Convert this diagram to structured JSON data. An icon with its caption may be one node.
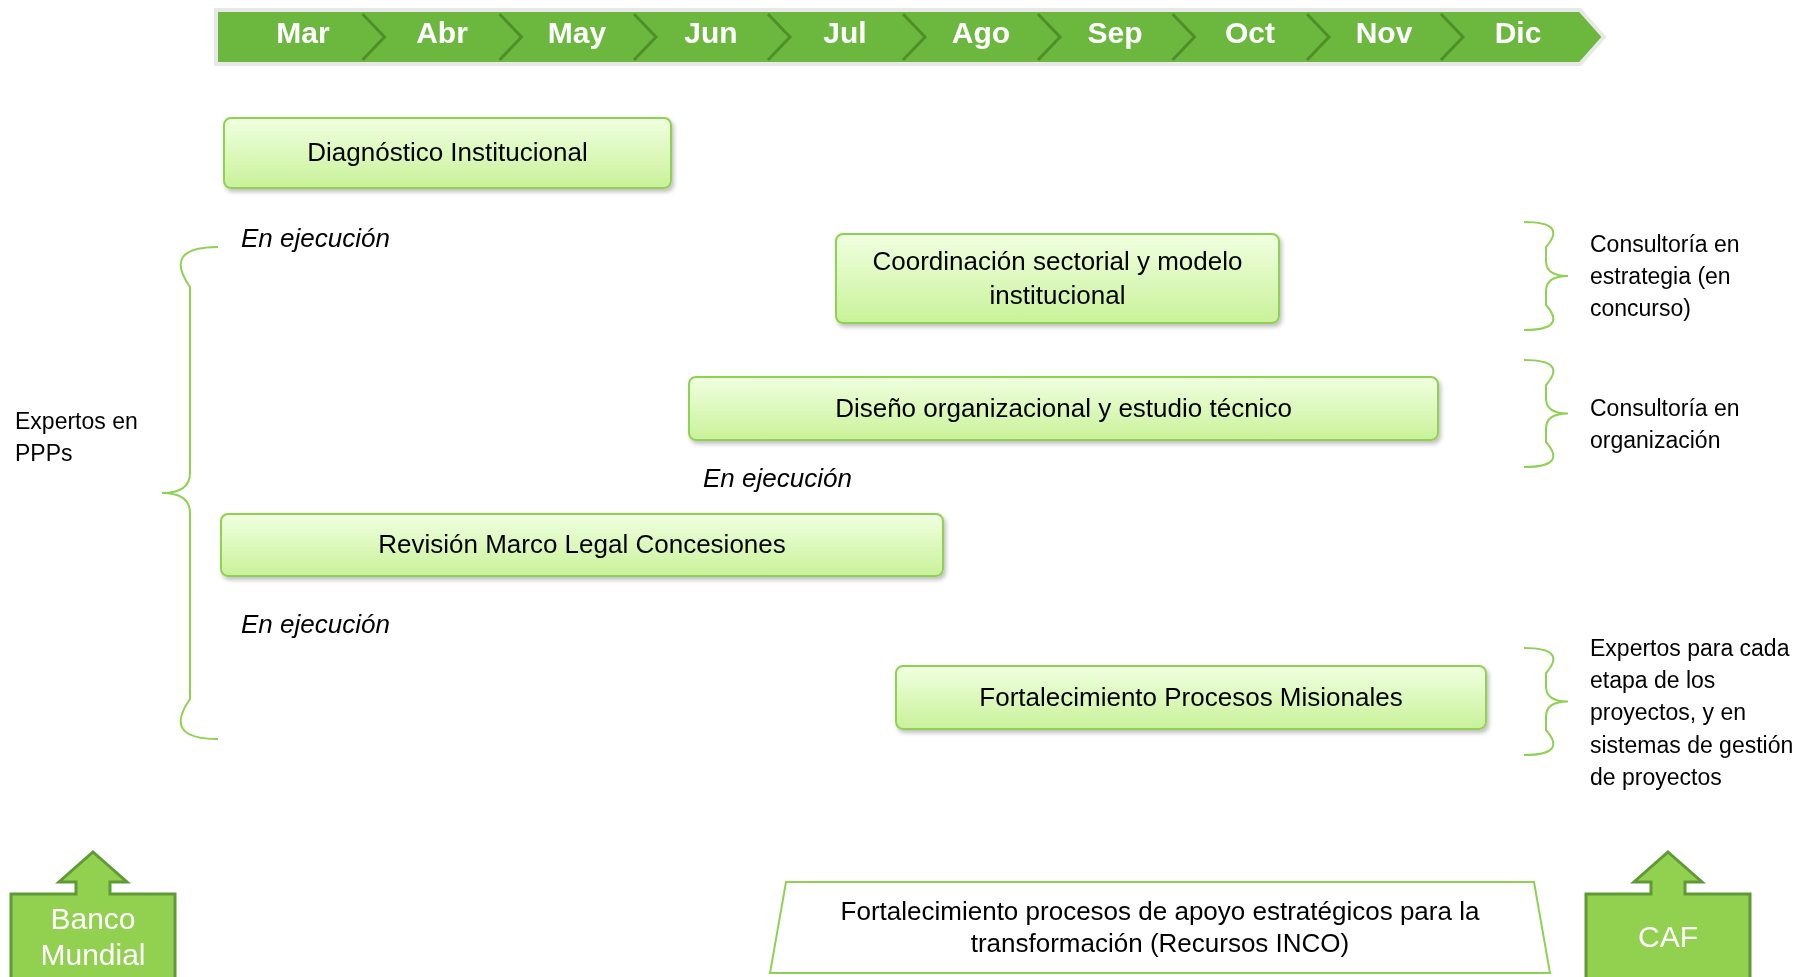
{
  "diagram": {
    "nodes": [
      {
        "text": [
          "Diagnóstico Institucional"
        ]
      },
      {
        "text": [
          "Coordinación sectorial y modelo institucional"
        ]
      },
      {
        "text": [
          "Diseño organizacional y estudio técnico"
        ]
      },
      {
        "text": [
          "Revisión Marco Legal Concesiones"
        ]
      },
      {
        "text": [
          "Fortalecimiento Procesos Misionales"
        ]
      },
      {
        "text": [
          "Fortalecimiento procesos de apoyo estratégicos para la transformación (Recursos INCO)"
        ]
      },
      {
        "text": [
          "Banco Mundial"
        ]
      },
      {
        "text": [
          "CAF"
        ]
      }
    ],
    "labels": [
      "Mar",
      "Abr",
      "May",
      "Jun",
      "Jul",
      "Ago",
      "Sep",
      "Oct",
      "Nov",
      "Dic",
      "En ejecución",
      "Consultoría en estrategia (en concurso)",
      "Expertos en PPPs",
      "Consultoría en organización",
      "En ejecución",
      "En ejecución",
      "Expertos para cada etapa de los proyectos, y en sistemas de gestión de proyectos"
    ]
  }
}
